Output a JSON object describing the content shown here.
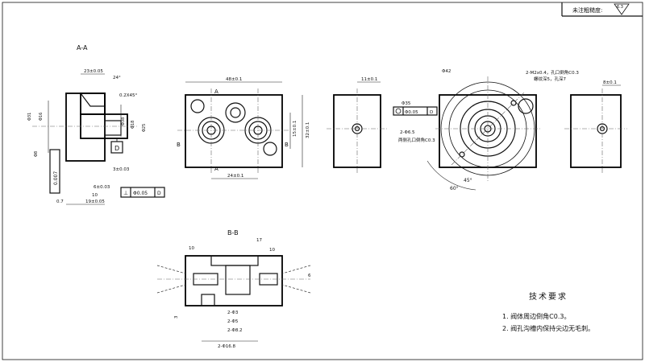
{
  "title_block": {
    "roughness_label": "未注粗糙度:",
    "roughness_value": "6.3"
  },
  "views": {
    "aa_label": "A-A",
    "bb_label": "B-B",
    "cut_a": "A",
    "cut_b": "B"
  },
  "dims_aa": {
    "top_width": "23±0.05",
    "angle_a": "24°",
    "chamfer": "0.2X45°",
    "hole_a": "Φ38",
    "hole_b": "Φ18",
    "hole_c": "Φ25",
    "left_1": "Φ16",
    "left_2": "Φ31",
    "left_3": "Φ8",
    "depth": "3±0.03",
    "step1": "6±0.03",
    "step2": "10",
    "bottom": "19±0.05",
    "bottom_small": "0.7",
    "datum_d": "D",
    "flat_tol": "0.007",
    "perp_tol": "Φ0.05",
    "perp_ref": "D"
  },
  "dims_front": {
    "width": "48±0.1",
    "height": "32±0.1",
    "inner_h": "15±0.1",
    "offset": "24±0.1"
  },
  "dims_side": {
    "width": "11±0.1"
  },
  "dims_rear": {
    "top_dia": "Φ42",
    "thread_note_1": "2-M2x0.4，孔口倒角C0.3",
    "thread_note_2": "螺纹深5，孔深7",
    "pcd": "Φ35",
    "pos_tol": "Φ0.05",
    "pos_ref": "D",
    "hole_note_1": "2-Φ6.5",
    "hole_note_2": "两侧孔口倒角C0.3",
    "angle_1": "45°",
    "angle_2": "60°"
  },
  "dims_right": {
    "width": "8±0.1"
  },
  "dims_bb": {
    "top_1": "17",
    "top_2": "10",
    "top_3": "10",
    "right_1": "6",
    "left_h": "3",
    "bot_1": "2-Φ3",
    "bot_2": "2-Φ5",
    "bot_3": "2-Φ8.2",
    "bot_4": "2-Φ16.8"
  },
  "tech": {
    "title": "技术要求",
    "items": [
      "1. 阀体周边倒角C0.3。",
      "2. 阀孔沟槽内保持尖边无毛刺。"
    ]
  }
}
